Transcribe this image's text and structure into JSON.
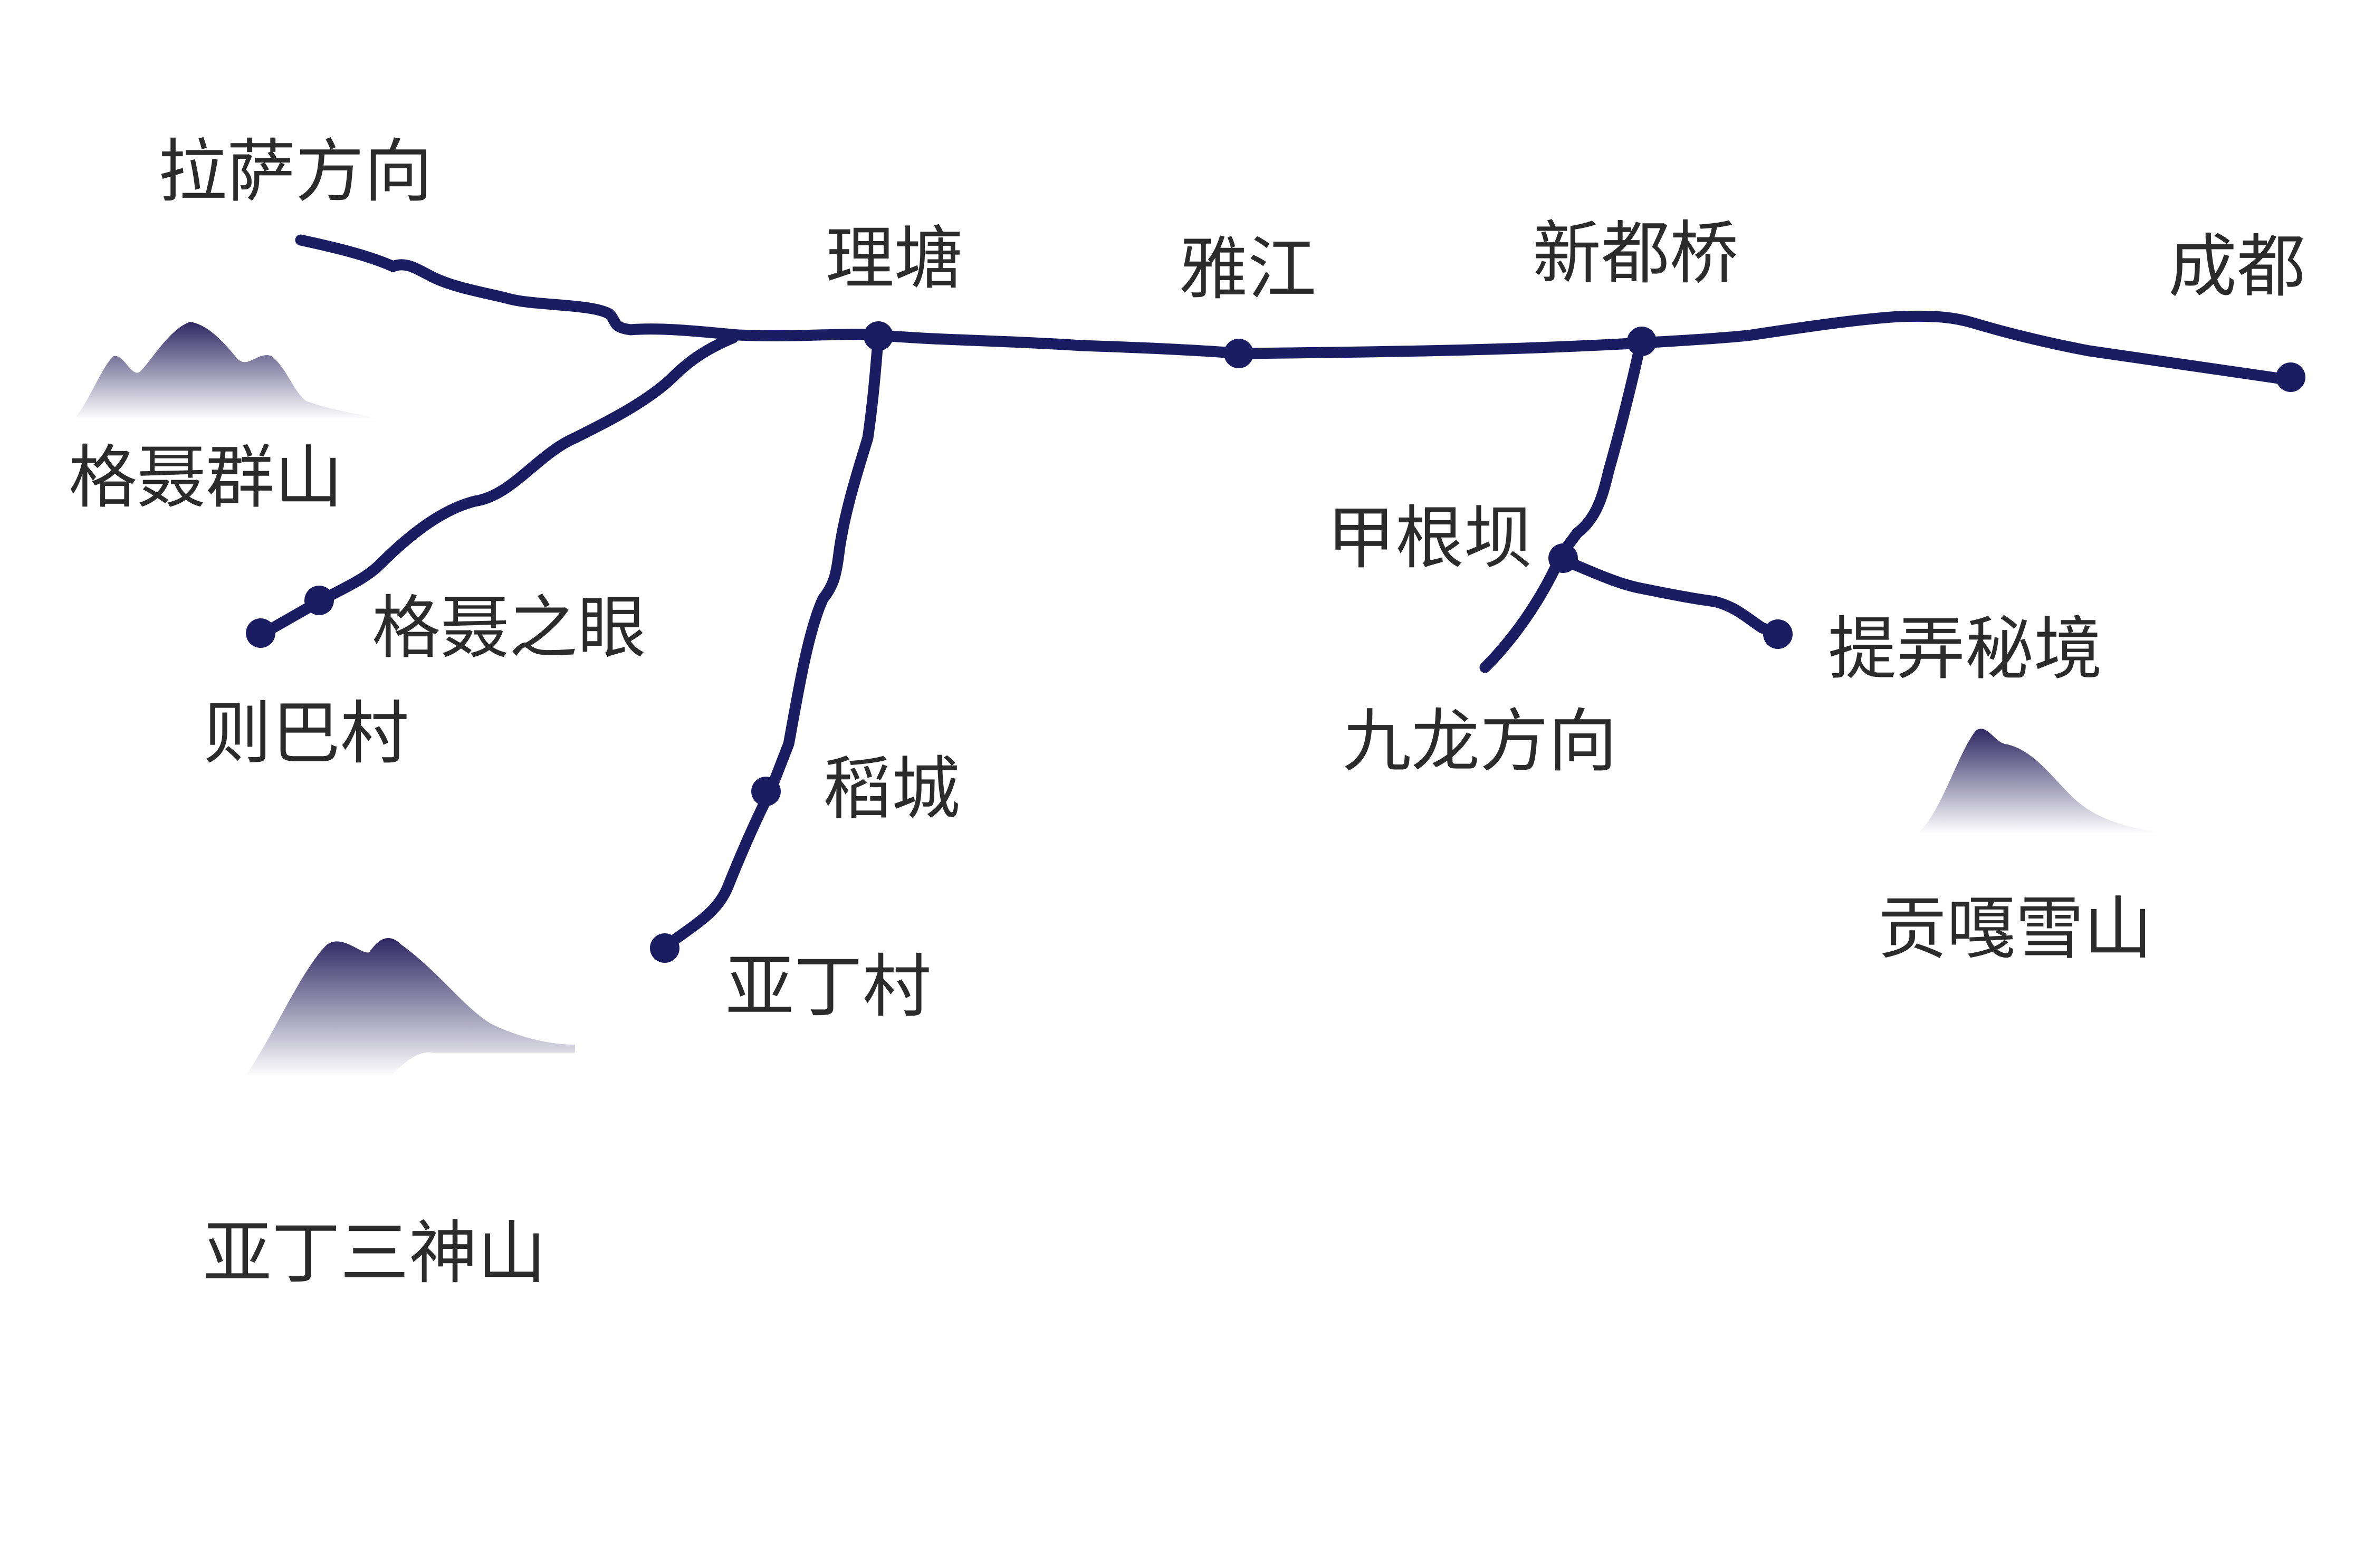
{
  "colors": {
    "route": "#1b1d63",
    "label": "#2b2b2b",
    "mountain_top": "#2f2863",
    "mountain_bottom": "#ffffff",
    "background": "#ffffff"
  },
  "labels": {
    "lhasa_direction": "拉萨方向",
    "litang": "理塘",
    "yajiang": "雅江",
    "xinduqiao": "新都桥",
    "chengdu": "成都",
    "genie_mountains": "格聂群山",
    "genie_eye": "格聂之眼",
    "zeba_village": "则巴村",
    "daocheng": "稻城",
    "yading_village": "亚丁村",
    "yading_three_mountains": "亚丁三神山",
    "jiagenba": "甲根坝",
    "tinong_secret": "提弄秘境",
    "jiulong_direction": "九龙方向",
    "gongga_mountain": "贡嘎雪山"
  },
  "icons": {
    "genie_mountains": "mountain-icon",
    "yading_three_mountains": "mountain-icon",
    "gongga_mountain": "mountain-icon",
    "stops": "stop-dot-icon"
  }
}
